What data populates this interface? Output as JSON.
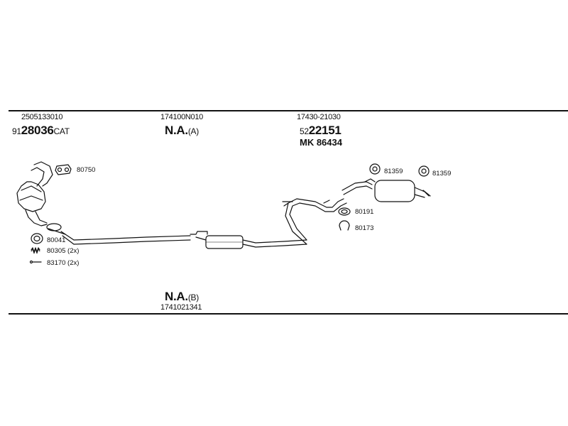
{
  "top_left": {
    "code": "2505133010",
    "prefix": "91",
    "main": "28036",
    "suffix": "CAT"
  },
  "top_mid": {
    "code": "174100N010",
    "main": "N.A.",
    "suffix": "(A)"
  },
  "top_right": {
    "code": "17430-21030",
    "prefix": "52",
    "main": "22151",
    "mk": "MK  86434"
  },
  "bottom_mid": {
    "main": "N.A.",
    "suffix": "(B)",
    "code": "1741021341"
  },
  "parts": {
    "p80750": "80750",
    "p80041": "80041",
    "p80305": "80305 (2x)",
    "p83170": "83170 (2x)",
    "p81359a": "81359",
    "p81359b": "81359",
    "p80191": "80191",
    "p80173": "80173"
  },
  "colors": {
    "line": "#111111",
    "background": "#ffffff"
  }
}
